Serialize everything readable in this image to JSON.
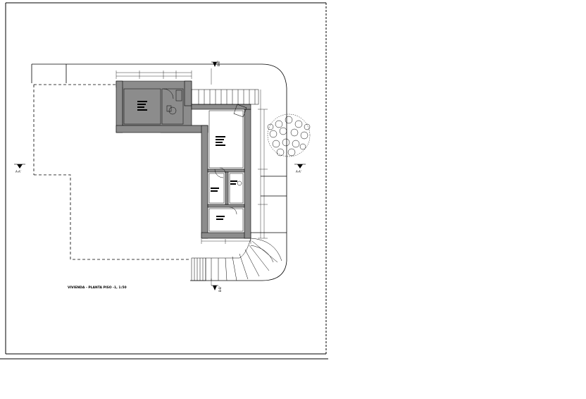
{
  "drawing": {
    "title": "VIVIENDA - PLANTA PISO -1, 1:50",
    "section_mark_horizontal": "A-A'",
    "section_mark_vertical": "B-B'",
    "colors": {
      "line": "#000000",
      "wall_fill": "#8c8c8c",
      "background": "#ffffff"
    }
  }
}
